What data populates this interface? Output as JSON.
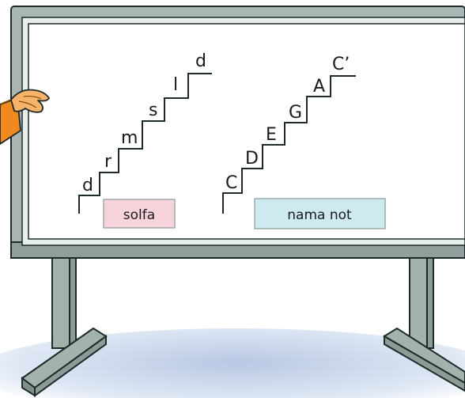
{
  "solfa_staircase": {
    "notes": [
      "d",
      "r",
      "m",
      "s",
      "l",
      "d"
    ],
    "label": "solfa",
    "label_color": "#f7d3dc"
  },
  "nama_not_staircase": {
    "notes": [
      "C",
      "D",
      "E",
      "G",
      "A",
      "C’"
    ],
    "label": "nama not",
    "label_color": "#cdeaf0"
  },
  "colors": {
    "board_frame": "#a9b6b3",
    "board_surface": "#ffffff",
    "stand": "#a3b2ad",
    "floor_shadow": "#c9d6ea",
    "outline": "#1e2a2a"
  },
  "pointing_hand": "pointing-hand-icon"
}
